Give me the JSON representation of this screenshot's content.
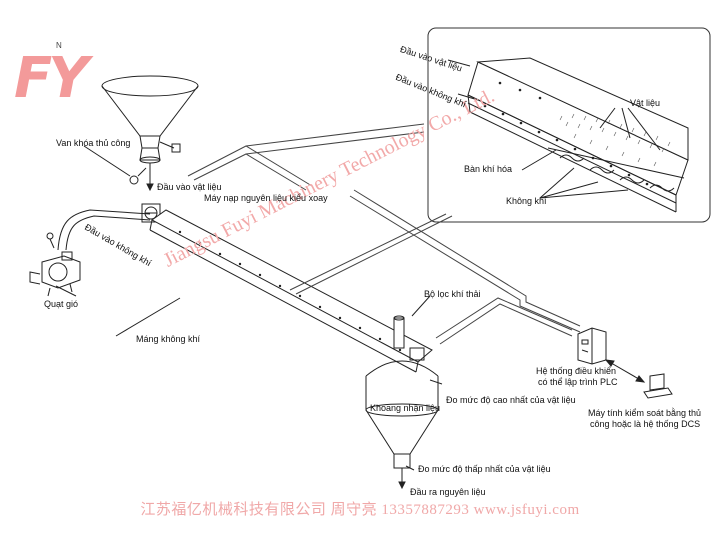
{
  "logo": {
    "text": "FY",
    "north_mark": "N"
  },
  "labels": {
    "manual_valve": "Van khóa thủ công",
    "material_in_top": "Đầu vào vật liệu",
    "rotary_feeder": "Máy nạp nguyên liệu kiểu xoay",
    "air_in_left": "Đầu vào không khí",
    "fan": "Quạt gió",
    "air_trough": "Máng không khí",
    "exhaust_filter": "Bộ lọc khí thải",
    "receiving_chamber": "Khoang nhận liệu",
    "high_level_gauge": "Đo mức độ cao nhất của vật liệu",
    "low_level_gauge": "Đo mức độ thấp nhất của vật liệu",
    "material_out": "Đầu ra nguyên liệu",
    "plc_line1": "Hệ thống điều khiển",
    "plc_line2": "có thể lập trình PLC",
    "dcs_line1": "Máy tính kiểm soát bằng thủ",
    "dcs_line2": "công hoặc là hệ thống DCS"
  },
  "detail": {
    "material_in": "Đầu vào vật liệu",
    "air_in": "Đầu vào không khí",
    "material": "Vật liệu",
    "fluidizing_plate": "Bàn khí hóa",
    "air": "Không khí"
  },
  "watermark": {
    "diagonal": "Jiangsu Fuyi Machinery Technology Co., Ltd.",
    "footer": "江苏福亿机械科技有限公司 周守亮 13357887293 www.jsfuyi.com"
  },
  "colors": {
    "line": "#222222",
    "watermark": "#f2a9a9",
    "logo": "#f39a9a"
  }
}
